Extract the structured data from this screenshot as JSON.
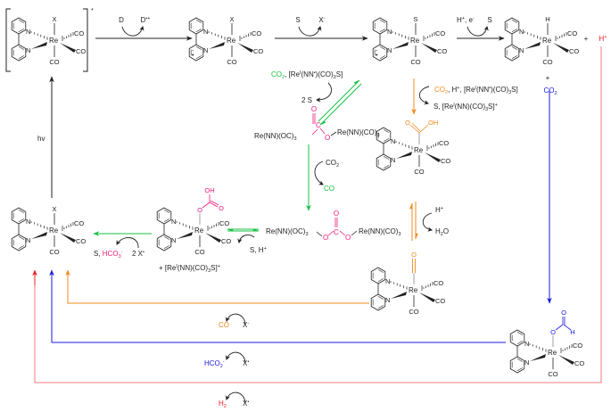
{
  "colors": {
    "green": "#19c243",
    "orange": "#f08a1e",
    "blue": "#1a1ae0",
    "red": "#ee1c25",
    "red_line": "#f07a80",
    "pink": "#ee1a7b",
    "black": "#222222"
  },
  "complexes": {
    "excited": {
      "axial_top": "X",
      "metal": "Re",
      "ox": "I",
      "co": "CO",
      "bracket_mark": "*"
    },
    "reduced": {
      "axial_top": "X",
      "metal": "Re",
      "ox": "I",
      "co": "CO"
    },
    "solvento": {
      "axial_top": "S",
      "metal": "Re",
      "ox": "I",
      "co": "CO"
    },
    "hydride": {
      "axial_top": "H",
      "metal": "Re",
      "ox": "I",
      "co": "CO"
    },
    "carboxylic": {
      "axial_top": "C",
      "top_o": "O",
      "top_oh": "OH",
      "metal": "Re",
      "ox": "I",
      "co": "CO"
    },
    "carbonyl": {
      "axial_top": "O",
      "metal": "Re",
      "ox": "I",
      "co": "CO"
    },
    "formate": {
      "axial_top": "O",
      "top_o": "O",
      "top_h": "H",
      "metal": "Re",
      "ox": "I",
      "co": "CO"
    },
    "bicarbonate": {
      "axial_top": "O",
      "top_o": "O",
      "top_oh": "OH",
      "metal": "Re",
      "ox": "I",
      "co": "CO"
    },
    "start": {
      "axial_top": "X",
      "metal": "Re",
      "ox": "I",
      "co": "CO"
    }
  },
  "ligand_atom": "N",
  "steps": {
    "quench": {
      "in": "D",
      "out": "D",
      "out_sup": "•+"
    },
    "solvent_exchange": {
      "in": "S",
      "out": "X",
      "out_sup": "-"
    },
    "hydride_formation": {
      "in": "H",
      "in_sup": "+",
      "in_mid": ", e",
      "in_sup2": "-",
      "out": "S"
    },
    "plus_sign_1": "+",
    "proton": "H",
    "proton_sup": "+",
    "plus_sign_2": "+",
    "co2_blue": "CO",
    "co2_blue_sub": "2",
    "green_reagents": {
      "co2": "CO",
      "co2_sub": "2",
      "rest": ", [Re",
      "rest_sup": "I",
      "rest2": "(NN",
      "rest2_sup": "•",
      "rest3": ")(CO)",
      "rest3_sub": "3",
      "rest4": "S]"
    },
    "green_release": "2 S",
    "orange_reagents": {
      "co2": "CO",
      "co2_sub": "2",
      "rest": ", H",
      "rest_sup": "+",
      "rest2": ", [Re",
      "rest2_sup": "I",
      "rest3": "(NN",
      "rest3_sup": "•",
      "rest4": ")(CO)",
      "rest4_sub": "3",
      "rest5": "S]"
    },
    "orange_release": {
      "text": "S, [Re",
      "sup": "I",
      "text2": "(NN)(CO)",
      "sub": "3",
      "text3": "S]",
      "sup2": "+"
    },
    "dimer_left": {
      "text": "Re(NN)(OC)",
      "sub": "3"
    },
    "dimer_right": {
      "text": "Re(NN)(CO)",
      "sub": "3"
    },
    "dimer_c": "C",
    "dimer_o": "O",
    "co2_release": {
      "text": "CO",
      "sub": "2"
    },
    "co_green": "CO",
    "protonation": {
      "text": "H",
      "sup": "+"
    },
    "water": {
      "text": "H",
      "sub": "2",
      "text2": "O"
    },
    "carbonate_left": {
      "text": "Re(NN)(OC)",
      "sub": "3"
    },
    "carbonate_right": {
      "text": "Re(NN)(CO)",
      "sub": "3"
    },
    "carbonate_reagents": {
      "text": "S, H",
      "sup": "+"
    },
    "bicarb_release": {
      "s": "S, ",
      "hco3": "HCO",
      "hco3_sub": "3",
      "hco3_sup": "-",
      "x": "2 X",
      "x_sup": "•"
    },
    "bicarb_byproduct": {
      "text": "+ [Re",
      "sup": "I",
      "text2": "(NN)(CO)",
      "sub": "3",
      "text3": "S]",
      "sup2": "+"
    },
    "hv": "hv",
    "co_orange_out": "CO",
    "x_orange": {
      "text": "X",
      "sup": "-"
    },
    "hco2_out": {
      "text": "HCO",
      "sub": "2",
      "sup": "-"
    },
    "x_blue": {
      "text": "X",
      "sup": "•"
    },
    "h2_out": {
      "text": "H",
      "sub": "2"
    },
    "x_red": {
      "text": "X",
      "sup": "•"
    }
  }
}
